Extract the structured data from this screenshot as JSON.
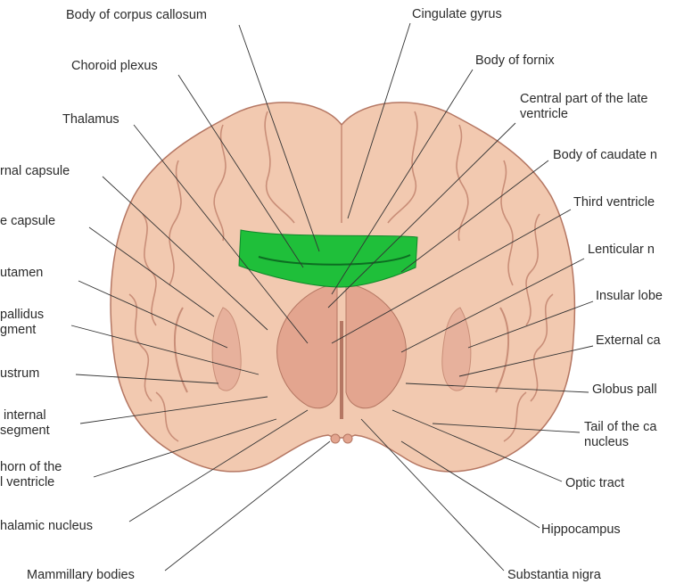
{
  "diagram": {
    "highlight_color": "#1fbf3a",
    "brain_fill": "#f2c9b0",
    "gyrus_fill": "#f7d9c6",
    "deep_fill": "#e3a58f",
    "outline_color": "#b57763",
    "labels_left": [
      {
        "id": "body-of-corpus-callosum",
        "text": "Body of corpus callosum"
      },
      {
        "id": "choroid-plexus",
        "text": "Choroid plexus"
      },
      {
        "id": "thalamus",
        "text": "Thalamus"
      },
      {
        "id": "internal-capsule",
        "text": "rnal capsule"
      },
      {
        "id": "extreme-capsule",
        "text": "e capsule"
      },
      {
        "id": "putamen",
        "text": "utamen"
      },
      {
        "id": "globus-pallidus-segment",
        "text": "pallidus\ngment"
      },
      {
        "id": "claustrum",
        "text": "ustrum"
      },
      {
        "id": "internal-segment",
        "text": " internal\nsegment"
      },
      {
        "id": "horn-of-lateral-ventricle",
        "text": "horn of the\nl ventricle"
      },
      {
        "id": "thalamic-nucleus",
        "text": "halamic nucleus"
      },
      {
        "id": "mammillary-bodies",
        "text": "Mammillary bodies"
      }
    ],
    "labels_right": [
      {
        "id": "cingulate-gyrus",
        "text": "Cingulate gyrus"
      },
      {
        "id": "body-of-fornix",
        "text": "Body of fornix"
      },
      {
        "id": "central-part-lateral-ventricle",
        "text": "Central part of the late\nventricle"
      },
      {
        "id": "body-of-caudate",
        "text": "Body of caudate n"
      },
      {
        "id": "third-ventricle",
        "text": "Third ventricle"
      },
      {
        "id": "lenticular-nucleus",
        "text": "Lenticular n"
      },
      {
        "id": "insular-lobe",
        "text": "Insular lobe"
      },
      {
        "id": "external-capsule",
        "text": "External ca"
      },
      {
        "id": "globus-pallidus",
        "text": "Globus pall"
      },
      {
        "id": "tail-of-caudate",
        "text": "Tail of the ca\nnucleus"
      },
      {
        "id": "optic-tract",
        "text": "Optic tract"
      },
      {
        "id": "hippocampus",
        "text": "Hippocampus"
      },
      {
        "id": "substantia-nigra",
        "text": "Substantia nigra"
      }
    ]
  }
}
